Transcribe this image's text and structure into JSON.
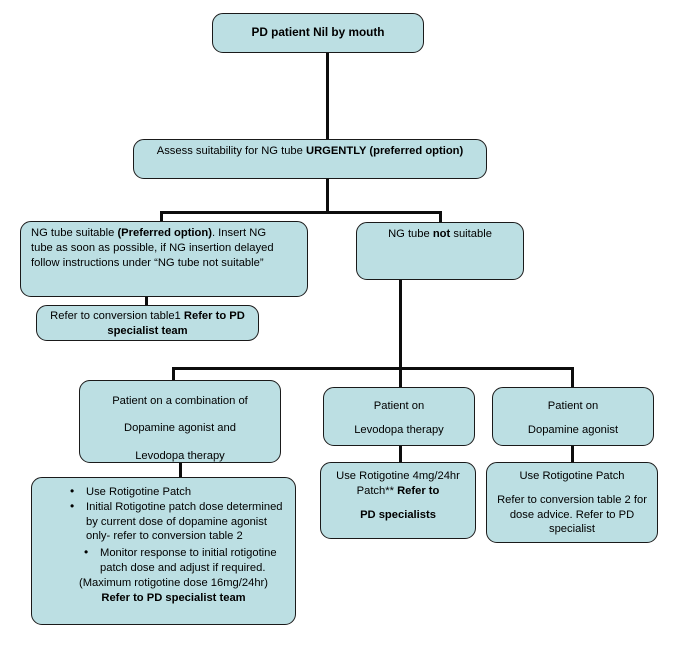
{
  "title": "PD patient Nil by mouth pathway flowchart",
  "theme": {
    "node_fill": "#bcdfe3",
    "node_border": "#1a1a1a",
    "connector": "#0d0d0d",
    "text": "#000000",
    "background": "#ffffff"
  },
  "nodes": {
    "start": {
      "text": "PD patient Nil by mouth"
    },
    "assess": {
      "plain": "Assess suitability for NG tube ",
      "bold": "URGENTLY (preferred option)"
    },
    "ng_suitable": {
      "line1_a": "NG tube suitable ",
      "line1_b": "(Preferred option)",
      "line1_c": ". Insert NG",
      "line2": "tube as soon as possible, if NG insertion delayed",
      "line3": "follow instructions under “NG tube not suitable”"
    },
    "ng_not_suitable": {
      "pre": "NG tube ",
      "bold": "not",
      "post": " suitable"
    },
    "conversion_table1": {
      "plain": "Refer to conversion table1 ",
      "bold": "Refer to PD specialist team"
    },
    "combination": {
      "line1": "Patient on a combination of",
      "line2": "Dopamine agonist and",
      "line3": "Levodopa therapy"
    },
    "levodopa": {
      "line1": "Patient on",
      "line2": "Levodopa therapy"
    },
    "dopamine": {
      "line1": "Patient on",
      "line2": "Dopamine agonist"
    },
    "combination_action": {
      "bullet1": "Use Rotigotine Patch",
      "bullet2": "Initial Rotigotine patch dose determined by current dose of dopamine agonist only- refer to conversion table 2",
      "bullet3": "Monitor response to initial rotigotine patch dose and adjust if required.",
      "line4": "(Maximum rotigotine dose 16mg/24hr)",
      "line5_bold": "Refer to PD specialist team"
    },
    "levodopa_action": {
      "line1": "Use Rotigotine 4mg/24hr",
      "line2_plain": "Patch** ",
      "line2_bold": "Refer to",
      "line3_bold": "PD specialists"
    },
    "dopamine_action": {
      "line1": "Use Rotigotine Patch",
      "line2": "Refer to conversion table 2 for",
      "line3": "dose advice. Refer to PD",
      "line4": "specialist"
    }
  }
}
